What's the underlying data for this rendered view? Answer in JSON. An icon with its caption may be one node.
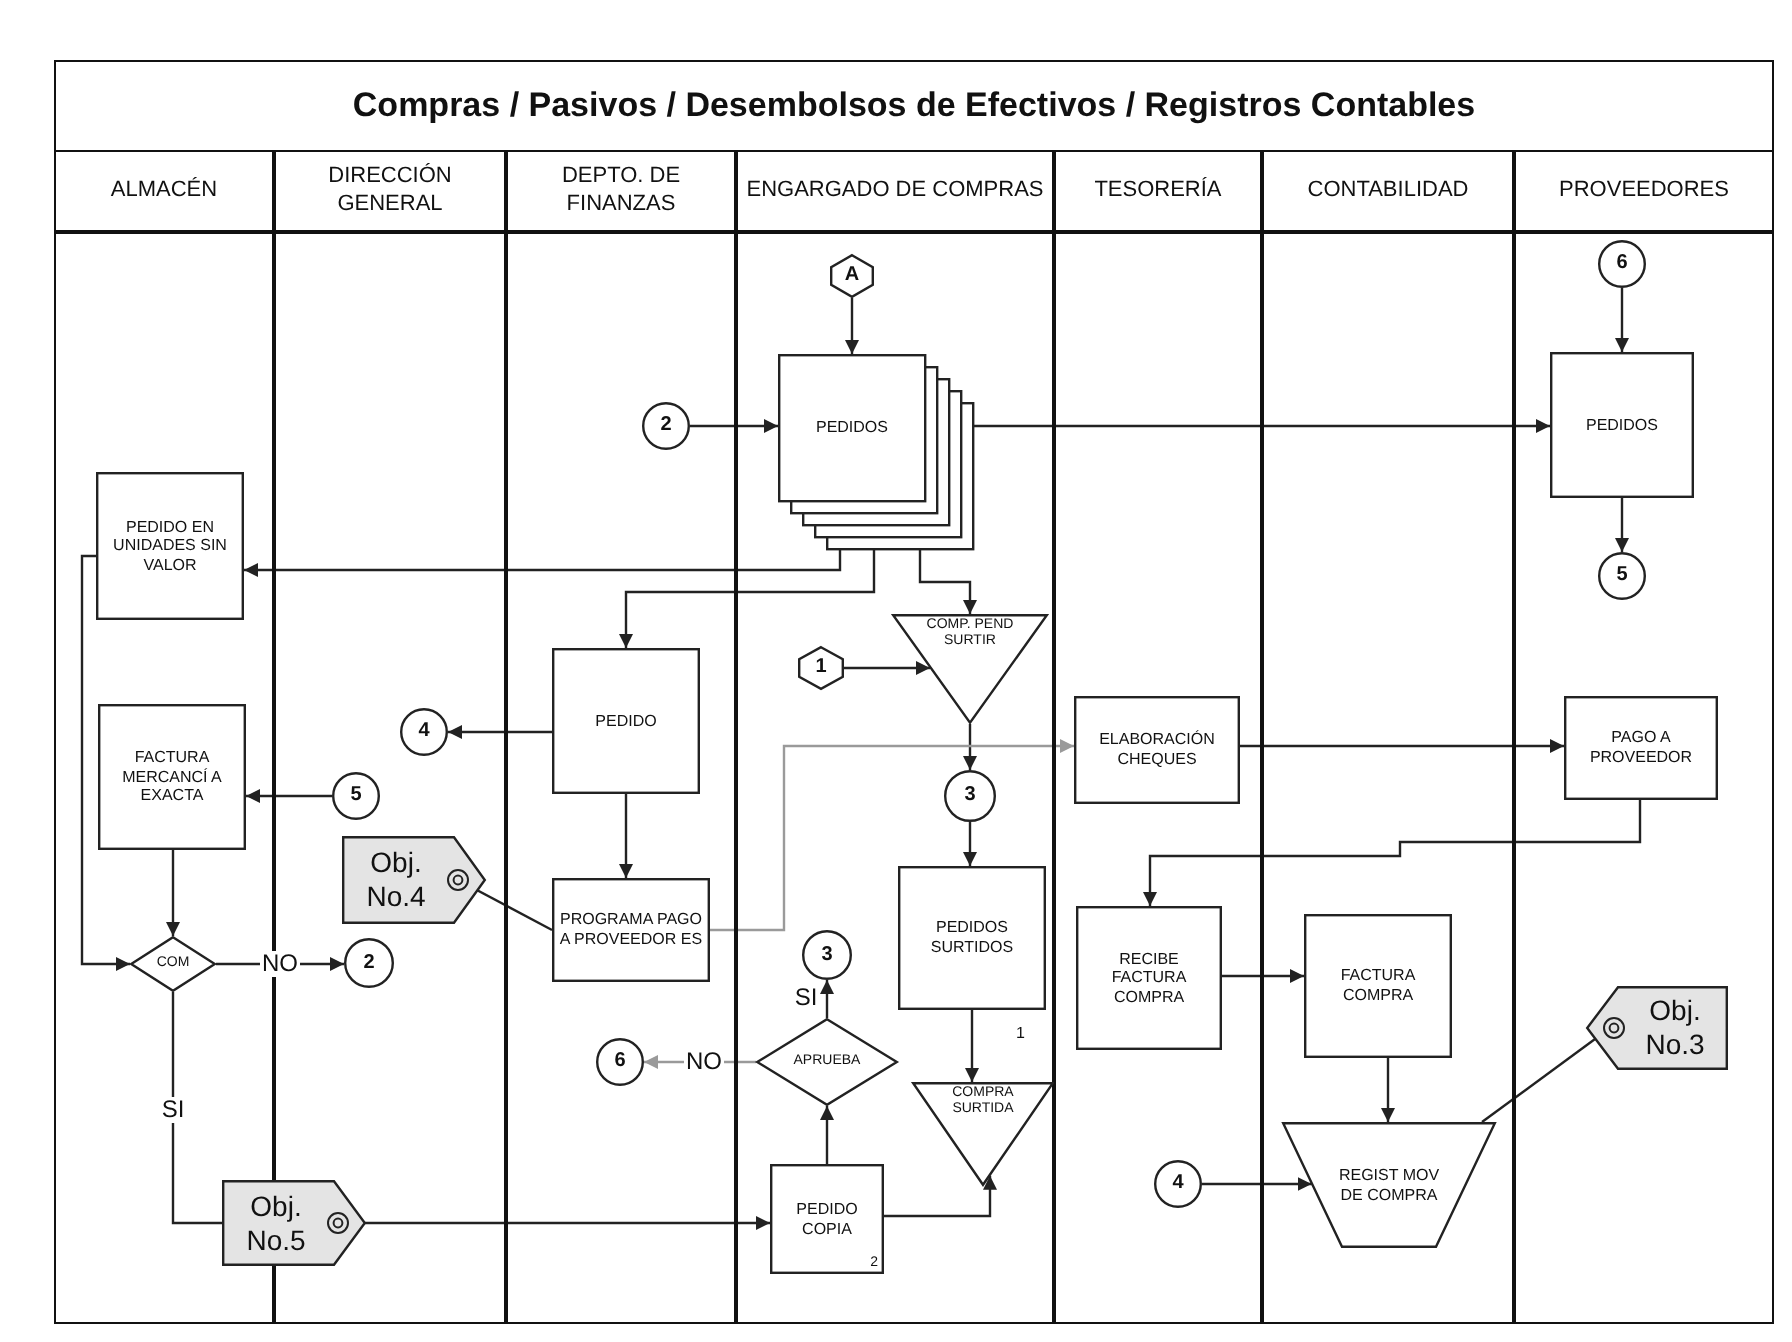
{
  "diagram": {
    "title": "Compras / Pasivos / Desembolsos de Efectivos / Registros Contables",
    "nodes": [
      {
        "text": [
          "ALMACÉN"
        ]
      },
      {
        "text": [
          "DIRECCIÓN GENERAL"
        ]
      },
      {
        "text": [
          "DEPTO. DE FINANZAS"
        ]
      },
      {
        "text": [
          "ENGARGADO DE COMPRAS"
        ]
      },
      {
        "text": [
          "TESORERÍA"
        ]
      },
      {
        "text": [
          "CONTABILIDAD"
        ]
      },
      {
        "text": [
          "PROVEEDORES"
        ]
      },
      {
        "text": [
          "A"
        ],
        "in": 3
      },
      {
        "text": [
          "2"
        ],
        "in": 2
      },
      {
        "text": [
          "PEDIDOS"
        ],
        "in": 3
      },
      {
        "text": [
          "PEDIDOS"
        ],
        "in": 6
      },
      {
        "text": [
          "6"
        ],
        "in": 6
      },
      {
        "text": [
          "5"
        ],
        "in": 6
      },
      {
        "text": [
          "PEDIDO EN UNIDADES SIN VALOR"
        ],
        "in": 0
      },
      {
        "text": [
          "COMP. PEND SURTIR"
        ],
        "in": 3
      },
      {
        "text": [
          "1"
        ],
        "in": 3
      },
      {
        "text": [
          "PEDIDO"
        ],
        "in": 2
      },
      {
        "text": [
          "4"
        ],
        "in": 1
      },
      {
        "text": [
          "ELABORACIÓN CHEQUES"
        ],
        "in": 4
      },
      {
        "text": [
          "PAGO A PROVEEDOR"
        ],
        "in": 6
      },
      {
        "text": [
          "3"
        ],
        "in": 3
      },
      {
        "text": [
          "FACTURA MERCANCÍ A EXACTA"
        ],
        "in": 0
      },
      {
        "text": [
          "5"
        ],
        "in": 1
      },
      {
        "text": [
          "Obj. No.4"
        ],
        "in": 1
      },
      {
        "text": [
          "PROGRAMA PAGO A PROVEEDOR ES"
        ],
        "in": 2
      },
      {
        "text": [
          "PEDIDOS SURTIDOS"
        ],
        "in": 3
      },
      {
        "text": [
          "RECIBE FACTURA COMPRA"
        ],
        "in": 4
      },
      {
        "text": [
          "FACTURA COMPRA"
        ],
        "in": 5
      },
      {
        "text": [
          "Obj. No.3"
        ],
        "in": 6
      },
      {
        "text": [
          "COM"
        ],
        "in": 0
      },
      {
        "text": [
          "2"
        ],
        "in": 1
      },
      {
        "text": [
          "3"
        ],
        "in": 3
      },
      {
        "text": [
          "APRUEBA"
        ],
        "in": 3
      },
      {
        "text": [
          "6"
        ],
        "in": 2
      },
      {
        "text": [
          "COMPRA SURTIDA"
        ],
        "in": 3
      },
      {
        "text": [
          "4"
        ],
        "in": 4
      },
      {
        "text": [
          "REGIST MOV DE COMPRA"
        ],
        "in": 5
      },
      {
        "text": [
          "Obj. No.5"
        ]
      },
      {
        "text": [
          "PEDIDO COPIA",
          "2"
        ],
        "in": 3
      }
    ],
    "edges": [
      {
        "from": 7,
        "to": 9,
        "arrow": "to"
      },
      {
        "from": 8,
        "to": 9,
        "arrow": "to"
      },
      {
        "from": 9,
        "to": 10,
        "arrow": "to"
      },
      {
        "from": 11,
        "to": 10,
        "arrow": "to"
      },
      {
        "from": 10,
        "to": 12,
        "arrow": "to"
      },
      {
        "from": 9,
        "to": 13,
        "arrow": "to"
      },
      {
        "from": 9,
        "to": 16,
        "arrow": "to"
      },
      {
        "from": 9,
        "to": 14,
        "arrow": "to"
      },
      {
        "from": 15,
        "to": 14,
        "arrow": "to"
      },
      {
        "from": 14,
        "to": 20,
        "arrow": "to"
      },
      {
        "from": 20,
        "to": 25,
        "arrow": "to"
      },
      {
        "from": 16,
        "to": 17,
        "arrow": "to"
      },
      {
        "from": 16,
        "to": 24,
        "arrow": "to"
      },
      {
        "from": 24,
        "to": 18,
        "arrow": "to",
        "color": "#9a9a9a"
      },
      {
        "from": 18,
        "to": 19,
        "arrow": "to"
      },
      {
        "from": 19,
        "to": 26,
        "arrow": "to"
      },
      {
        "from": 26,
        "to": 27,
        "arrow": "to"
      },
      {
        "from": 27,
        "to": 36,
        "arrow": "to"
      },
      {
        "from": 35,
        "to": 36,
        "arrow": "to"
      },
      {
        "from": 36,
        "to": 28,
        "arrow": "none"
      },
      {
        "from": 22,
        "to": 21,
        "arrow": "to"
      },
      {
        "from": 21,
        "to": 29,
        "arrow": "to"
      },
      {
        "from": 13,
        "to": 29,
        "arrow": "to"
      },
      {
        "from": 29,
        "to": 30,
        "arrow": "to",
        "label": "NO"
      },
      {
        "from": 29,
        "to": 37,
        "arrow": "none",
        "label": "SI"
      },
      {
        "from": 23,
        "to": 24,
        "arrow": "none"
      },
      {
        "from": 38,
        "to": 32,
        "arrow": "to"
      },
      {
        "from": 32,
        "to": 31,
        "arrow": "to",
        "label": "SI"
      },
      {
        "from": 32,
        "to": 33,
        "arrow": "to",
        "label": "NO",
        "color": "#9a9a9a"
      },
      {
        "from": 38,
        "to": 34,
        "arrow": "to"
      },
      {
        "from": 25,
        "to": 34,
        "arrow": "to"
      },
      {
        "from": 37,
        "to": 38,
        "arrow": "to"
      }
    ],
    "labels": [
      "1"
    ]
  }
}
